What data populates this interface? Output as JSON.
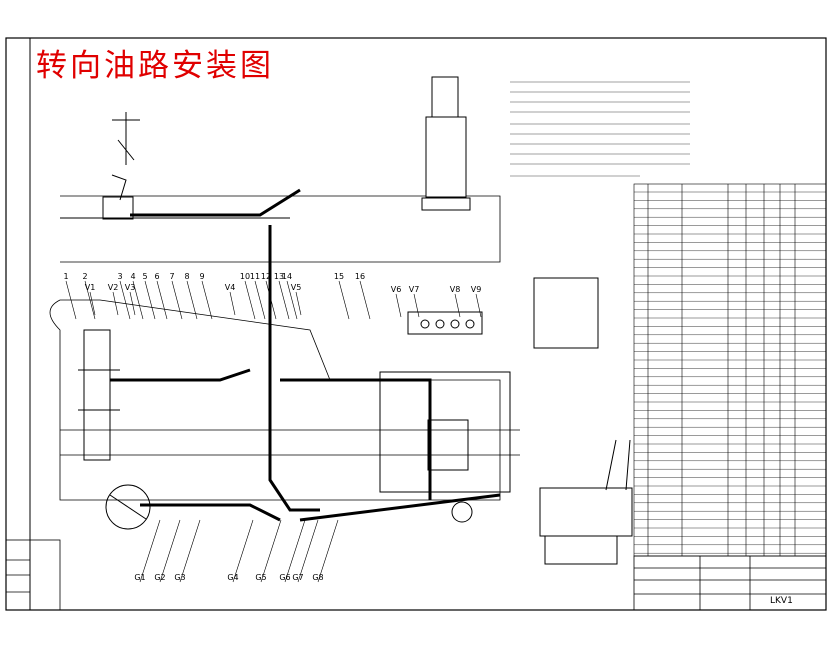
{
  "drawing": {
    "title": "转向油路安装图"
  },
  "callouts_top": [
    "1",
    "2",
    "3",
    "4",
    "5",
    "6",
    "7",
    "8",
    "9",
    "10",
    "11",
    "12",
    "13",
    "14",
    "15",
    "16"
  ],
  "callouts_bottom": [
    "G1",
    "G2",
    "G3",
    "G4",
    "G5",
    "G6",
    "G7",
    "G8"
  ],
  "callouts_v": [
    "V1",
    "V2",
    "V3",
    "V4",
    "V5",
    "V6",
    "V7",
    "V8",
    "V9"
  ],
  "title_block": {
    "drawing_number": "LKV1"
  }
}
